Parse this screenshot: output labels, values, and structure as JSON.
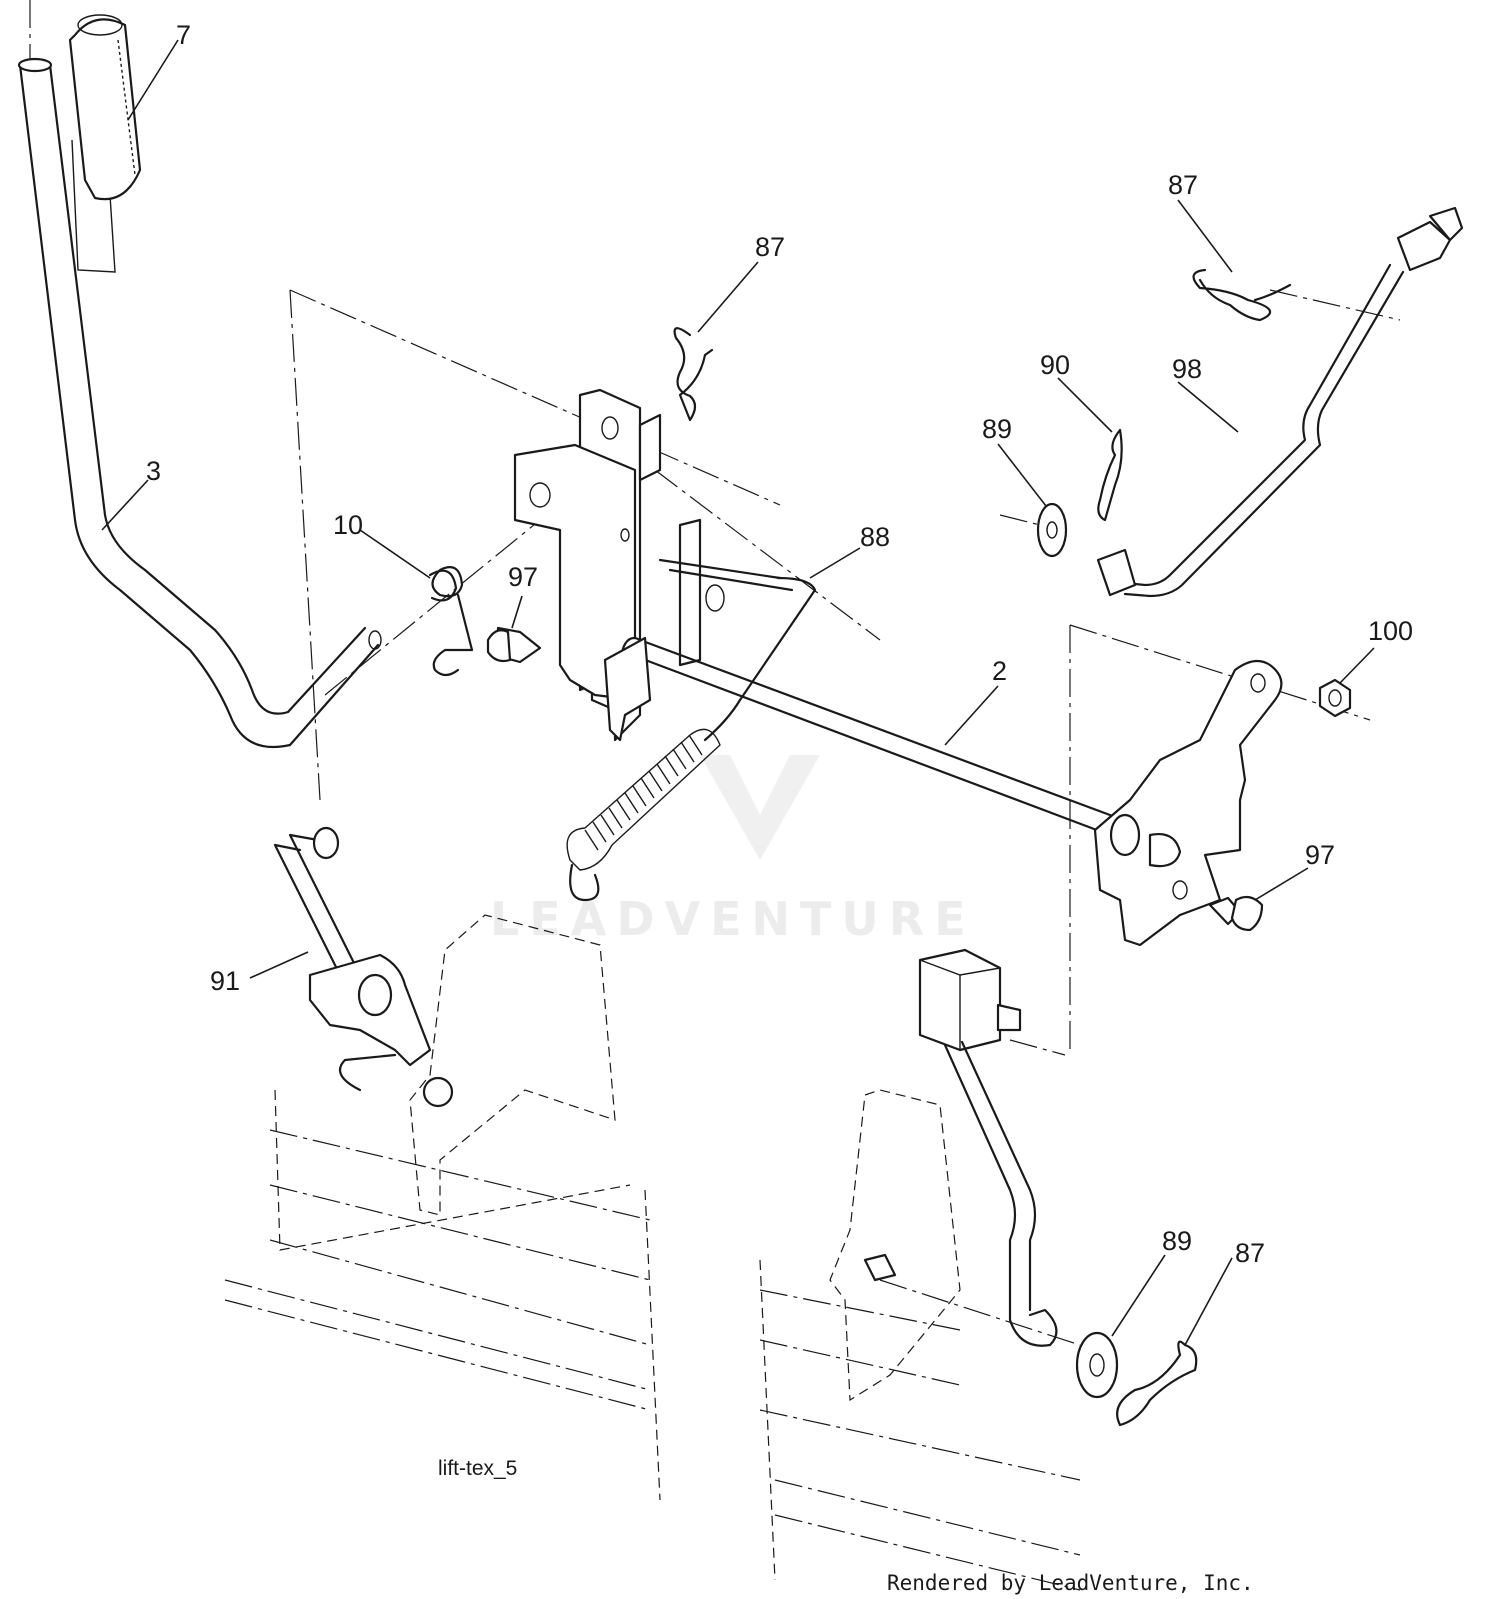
{
  "diagram": {
    "caption": "lift-tex_5",
    "credit": "Rendered by LeadVenture, Inc.",
    "watermark": "LEADVENTURE",
    "callouts": [
      {
        "id": "c7",
        "label": "7",
        "part": "lift-lever-grip"
      },
      {
        "id": "c3",
        "label": "3",
        "part": "lift-lever"
      },
      {
        "id": "c10",
        "label": "10",
        "part": "torsion-spring"
      },
      {
        "id": "c87a",
        "label": "87",
        "part": "hairpin-clip"
      },
      {
        "id": "c97a",
        "label": "97",
        "part": "bolt"
      },
      {
        "id": "c88",
        "label": "88",
        "part": "spring-rod"
      },
      {
        "id": "c87b",
        "label": "87",
        "part": "hairpin-clip"
      },
      {
        "id": "c90",
        "label": "90",
        "part": "cotter-pin"
      },
      {
        "id": "c89a",
        "label": "89",
        "part": "washer"
      },
      {
        "id": "c98",
        "label": "98",
        "part": "adjustment-rod"
      },
      {
        "id": "c100",
        "label": "100",
        "part": "nut"
      },
      {
        "id": "c2",
        "label": "2",
        "part": "lift-shaft"
      },
      {
        "id": "c97b",
        "label": "97",
        "part": "bolt"
      },
      {
        "id": "c91",
        "label": "91",
        "part": "deck-link"
      },
      {
        "id": "c89b",
        "label": "89",
        "part": "washer"
      },
      {
        "id": "c87c",
        "label": "87",
        "part": "hairpin-clip"
      }
    ]
  }
}
